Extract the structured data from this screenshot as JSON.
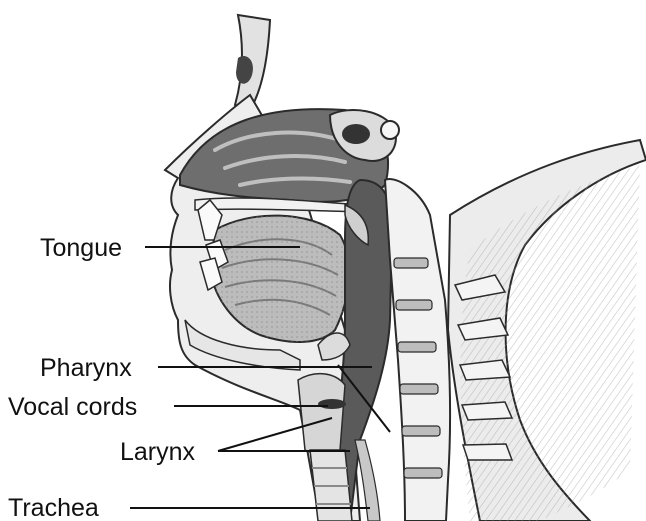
{
  "labels": {
    "tongue": "Tongue",
    "pharynx": "Pharynx",
    "vocal_cords": "Vocal cords",
    "larynx": "Larynx",
    "trachea": "Trachea"
  },
  "colors": {
    "outline": "#2b2b2b",
    "skin": "#eeeeee",
    "tissue": "#c9c9c9",
    "cavity": "#6e6e6e",
    "dark_cavity": "#555555",
    "bone": "#f4f4f4",
    "disc": "#bdbdbd",
    "label": "#111111"
  }
}
